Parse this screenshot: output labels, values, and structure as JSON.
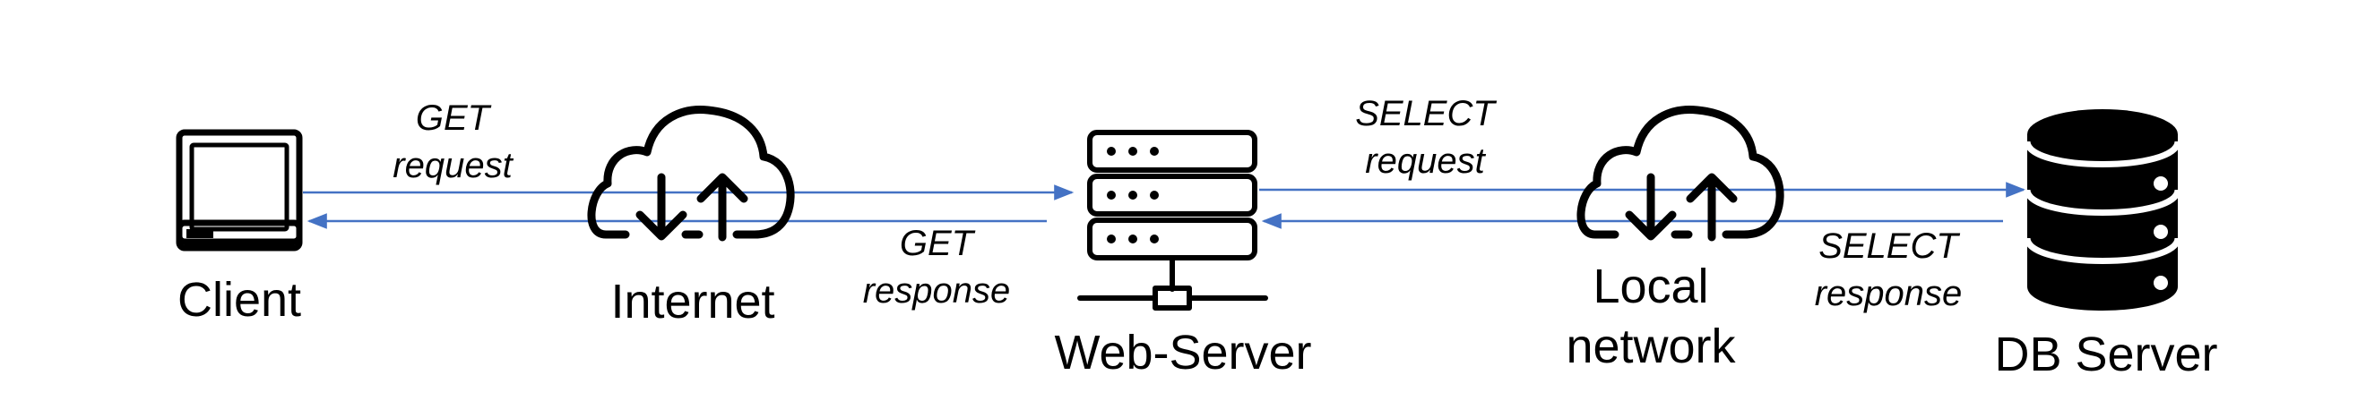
{
  "colors": {
    "arrow": "#4472C4",
    "icon": "#000000",
    "background": "#FFFFFF"
  },
  "nodes": [
    {
      "id": "client",
      "label": "Client",
      "icon": "laptop-icon"
    },
    {
      "id": "internet",
      "label": "Internet",
      "icon": "cloud-upload-download-icon"
    },
    {
      "id": "web_server",
      "label": "Web-Server",
      "icon": "server-rack-icon"
    },
    {
      "id": "local_network",
      "label_lines": [
        "Local",
        "network"
      ],
      "icon": "cloud-upload-download-icon"
    },
    {
      "id": "db_server",
      "label": "DB Server",
      "icon": "database-icon"
    }
  ],
  "edges": [
    {
      "from": "client",
      "to": "web_server",
      "label_lines": [
        "GET",
        "request"
      ]
    },
    {
      "from": "web_server",
      "to": "client",
      "label_lines": [
        "GET",
        "response"
      ]
    },
    {
      "from": "web_server",
      "to": "db_server",
      "label_lines": [
        "SELECT",
        "request"
      ]
    },
    {
      "from": "db_server",
      "to": "web_server",
      "label_lines": [
        "SELECT",
        "response"
      ]
    }
  ]
}
